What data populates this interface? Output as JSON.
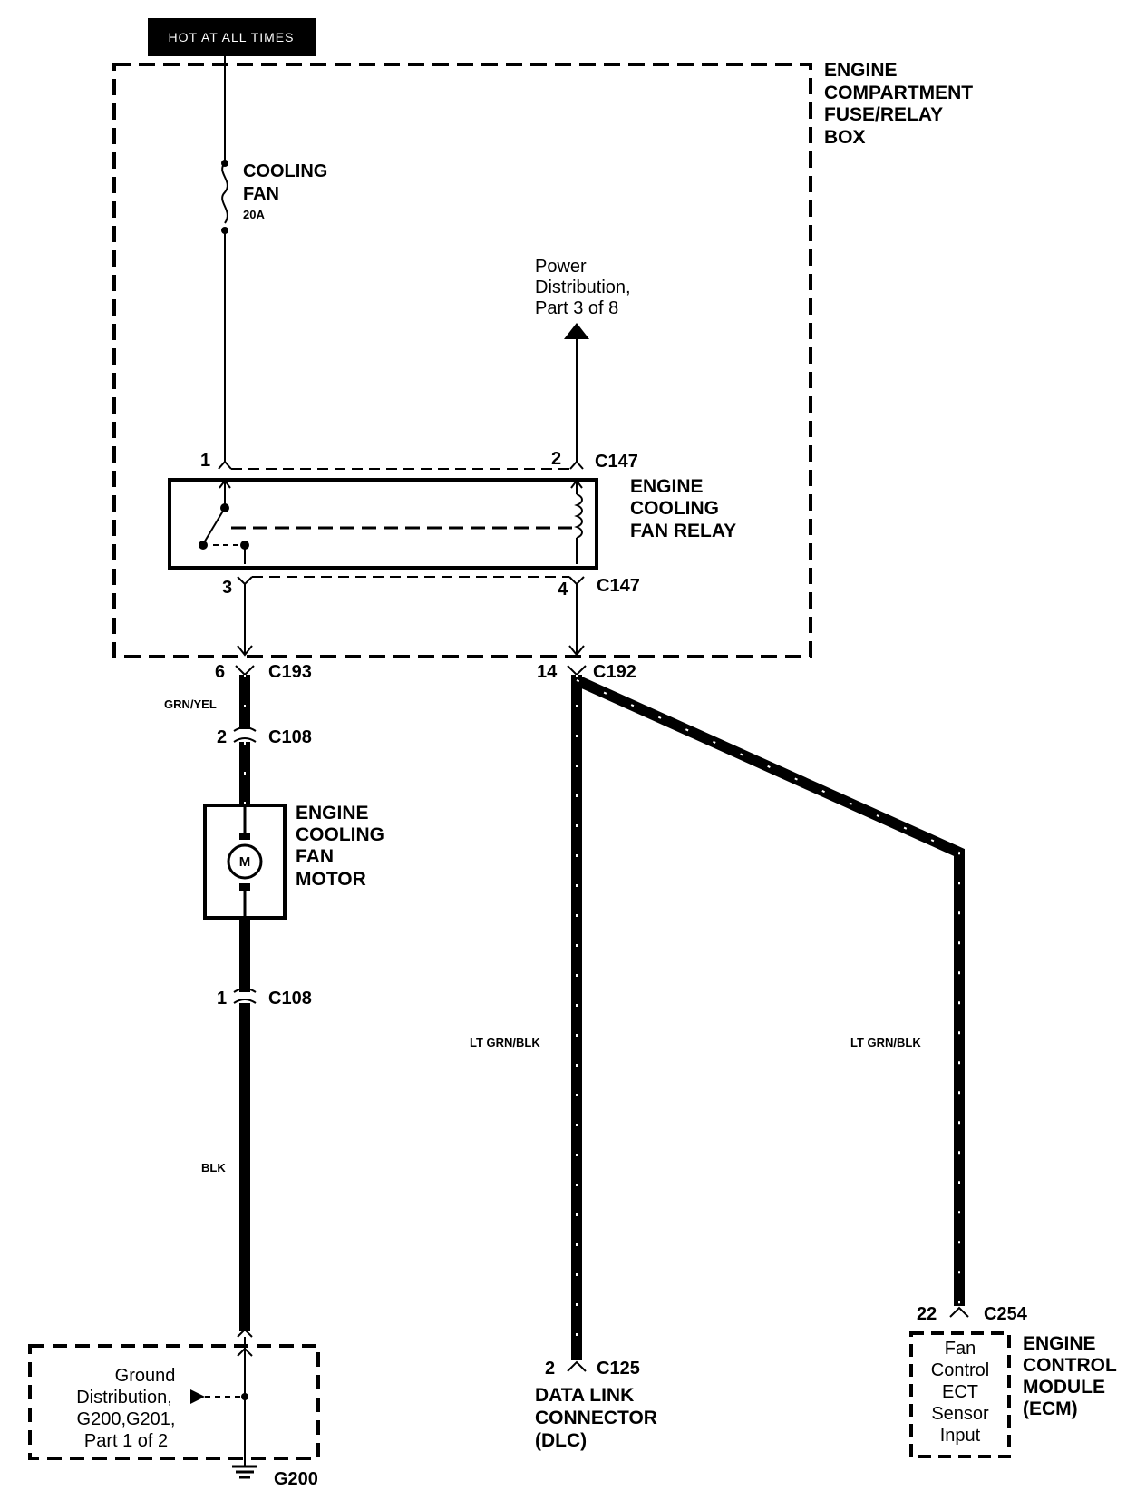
{
  "power_source": {
    "label": "HOT AT ALL TIMES"
  },
  "fuse_box": {
    "lines": [
      "ENGINE",
      "COMPARTMENT",
      "FUSE/RELAY",
      "BOX"
    ]
  },
  "fuse": {
    "name_lines": [
      "COOLING",
      "FAN"
    ],
    "rating": "20A"
  },
  "power_distribution": {
    "lines": [
      "Power",
      "Distribution,",
      "Part 3 of 8"
    ]
  },
  "relay": {
    "name_lines": [
      "ENGINE",
      "COOLING",
      "FAN RELAY"
    ],
    "pin1": "1",
    "pin2": "2",
    "pin3": "3",
    "pin4": "4",
    "connector_top": "C147",
    "connector_bottom": "C147"
  },
  "connectors": {
    "c193": {
      "pin": "6",
      "name": "C193"
    },
    "c192": {
      "pin": "14",
      "name": "C192"
    },
    "c108_top": {
      "pin": "2",
      "name": "C108"
    },
    "c108_bottom": {
      "pin": "1",
      "name": "C108"
    },
    "c125": {
      "pin": "2",
      "name": "C125"
    },
    "c254": {
      "pin": "22",
      "name": "C254"
    }
  },
  "wires": {
    "grn_yel": "GRN/YEL",
    "blk": "BLK",
    "lt_grn_blk_left": "LT GRN/BLK",
    "lt_grn_blk_right": "LT GRN/BLK"
  },
  "motor": {
    "symbol": "M",
    "name_lines": [
      "ENGINE",
      "COOLING",
      "FAN",
      "MOTOR"
    ]
  },
  "ground_distribution": {
    "lines": [
      "Ground",
      "Distribution,",
      "G200,G201,",
      "Part 1 of 2"
    ]
  },
  "ground": {
    "name": "G200"
  },
  "dlc": {
    "lines": [
      "DATA LINK",
      "CONNECTOR",
      "(DLC)"
    ]
  },
  "ecm": {
    "name_lines": [
      "ENGINE",
      "CONTROL",
      "MODULE",
      "(ECM)"
    ],
    "input_lines": [
      "Fan",
      "Control",
      "ECT",
      "Sensor",
      "Input"
    ]
  }
}
